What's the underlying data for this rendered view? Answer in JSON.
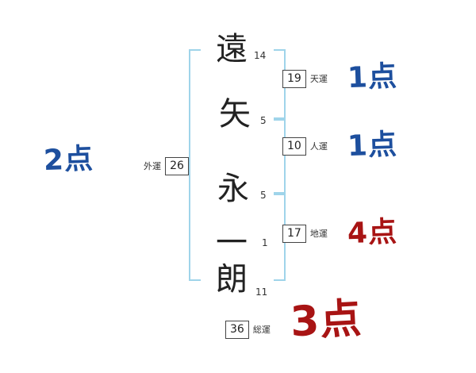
{
  "name_chars": [
    {
      "char": "遠",
      "strokes": "14"
    },
    {
      "char": "矢",
      "strokes": "5"
    },
    {
      "char": "永",
      "strokes": "5"
    },
    {
      "char": "一",
      "strokes": "1"
    },
    {
      "char": "朗",
      "strokes": "11"
    }
  ],
  "fortunes": {
    "gaiun": {
      "label": "外運",
      "value": "26",
      "score": "2点"
    },
    "tenun": {
      "label": "天運",
      "value": "19",
      "score": "1点"
    },
    "jinun": {
      "label": "人運",
      "value": "10",
      "score": "1点"
    },
    "chiun": {
      "label": "地運",
      "value": "17",
      "score": "4点"
    },
    "soun": {
      "label": "総運",
      "value": "36",
      "score": "3点"
    }
  },
  "colors": {
    "blue": "#1d4f9e",
    "red": "#a81414",
    "bracket": "#9fd4ea",
    "ink": "#222222"
  }
}
